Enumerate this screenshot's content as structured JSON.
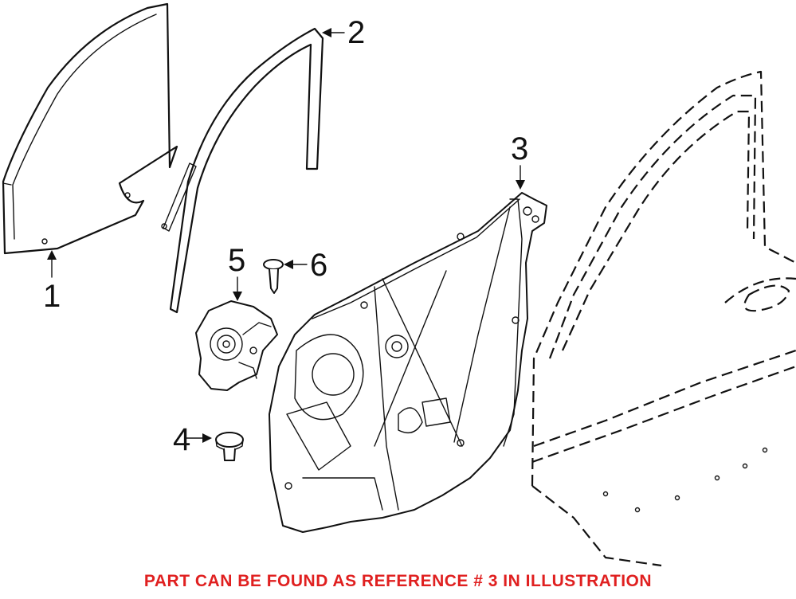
{
  "callouts": {
    "c1": "1",
    "c2": "2",
    "c3": "3",
    "c4": "4",
    "c5": "5",
    "c6": "6"
  },
  "footer_note": "PART CAN BE FOUND AS REFERENCE # 3 IN ILLUSTRATION",
  "colors": {
    "line": "#111111",
    "note": "#e02020",
    "background": "#ffffff"
  }
}
